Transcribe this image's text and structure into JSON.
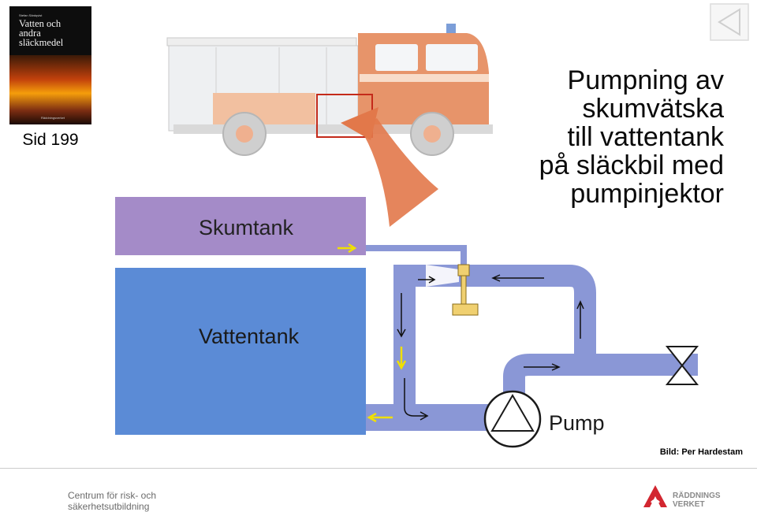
{
  "book": {
    "author": "Stefan Särdqvist",
    "title": "Vatten och\nandra\nsläckmedel",
    "publisher": "Räddningsverket"
  },
  "page_ref": "Sid 199",
  "heading": "Pumpning av\nskumvätska\ntill vattentank\npå släckbil med\npumpinjektor",
  "labels": {
    "foam_tank": "Skumtank",
    "water_tank": "Vattentank",
    "pump": "Pump"
  },
  "credit": "Bild: Per Hardestam",
  "footer": {
    "left": "Centrum för risk- och\nsäkerhetsutbildning",
    "right": "RÄDDNINGS\nVERKET"
  },
  "colors": {
    "foam_tank": "#a48bc8",
    "water_tank": "#5b8bd6",
    "pipe": "#8a97d6",
    "truck": "#e7946a",
    "arrow_yellow": "#f0e000",
    "highlight_box": "#c42a1a",
    "brand_red": "#d22630"
  }
}
